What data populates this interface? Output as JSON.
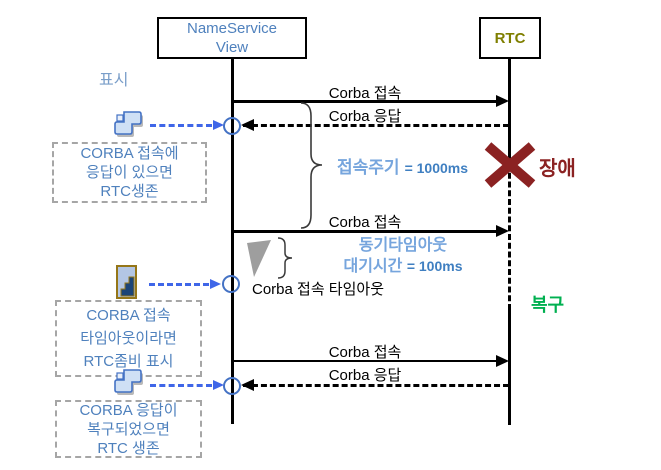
{
  "actors": {
    "nameservice": {
      "line1": "NameService",
      "line2": "View"
    },
    "rtc": {
      "label": "RTC"
    }
  },
  "side": {
    "display_label": "표시",
    "notes": [
      {
        "line1": "CORBA 접속에",
        "line2": "응답이 있으면",
        "line3": "RTC생존"
      },
      {
        "line1": "CORBA 접속",
        "line2": "타임아웃이라면",
        "line3": "RTC좀비 표시"
      },
      {
        "line1": "CORBA 응답이",
        "line2": "복구되었으면",
        "line3": "RTC 생존"
      }
    ]
  },
  "messages": {
    "connect1": "Corba 접속",
    "reply1": "Corba 응답",
    "connect2": "Corba 접속",
    "connect_timeout": "Corba 접속 타임아웃",
    "connect3": "Corba 접속",
    "reply2": "Corba 응답"
  },
  "annotations": {
    "cycle_label": "접속주기",
    "cycle_value": "= 1000ms",
    "sync_timeout_line1": "동기타임아웃",
    "sync_timeout_line2": "대기시간",
    "sync_timeout_value": "= 100ms",
    "failure": "장애",
    "recovery": "복구"
  },
  "colors": {
    "note_text_blue": "#4f81bd",
    "rtc_text_olive": "#7f7f00",
    "light_blue_label": "#76a5dd",
    "value_blue": "#3f7fc1",
    "failure_red": "#8b2222",
    "recovery_green": "#00b050",
    "blue_arrow": "#3f66e8",
    "circle_blue": "#4472c4",
    "note_border_gray": "#a6a6a6"
  }
}
